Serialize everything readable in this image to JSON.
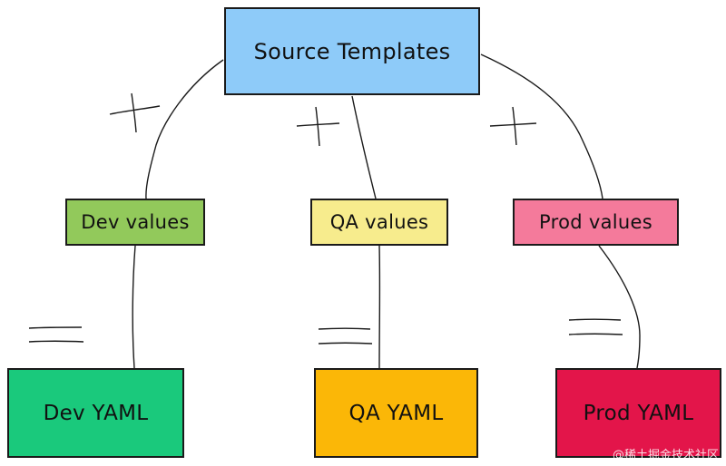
{
  "nodes": {
    "source": {
      "label": "Source Templates",
      "color": "#8ecbf9"
    },
    "dev_values": {
      "label": "Dev values",
      "color": "#92c95b"
    },
    "qa_values": {
      "label": "QA values",
      "color": "#f7ec8d"
    },
    "prod_values": {
      "label": "Prod values",
      "color": "#f47a9b"
    },
    "dev_yaml": {
      "label": "Dev YAML",
      "color": "#1ac97c"
    },
    "qa_yaml": {
      "label": "QA YAML",
      "color": "#fbb707"
    },
    "prod_yaml": {
      "label": "Prod YAML",
      "color": "#e3154a"
    }
  },
  "operators": {
    "plus": "+",
    "equals": "="
  },
  "watermark": "@稀土掘金技术社区",
  "stroke_color": "#1a1a1a"
}
